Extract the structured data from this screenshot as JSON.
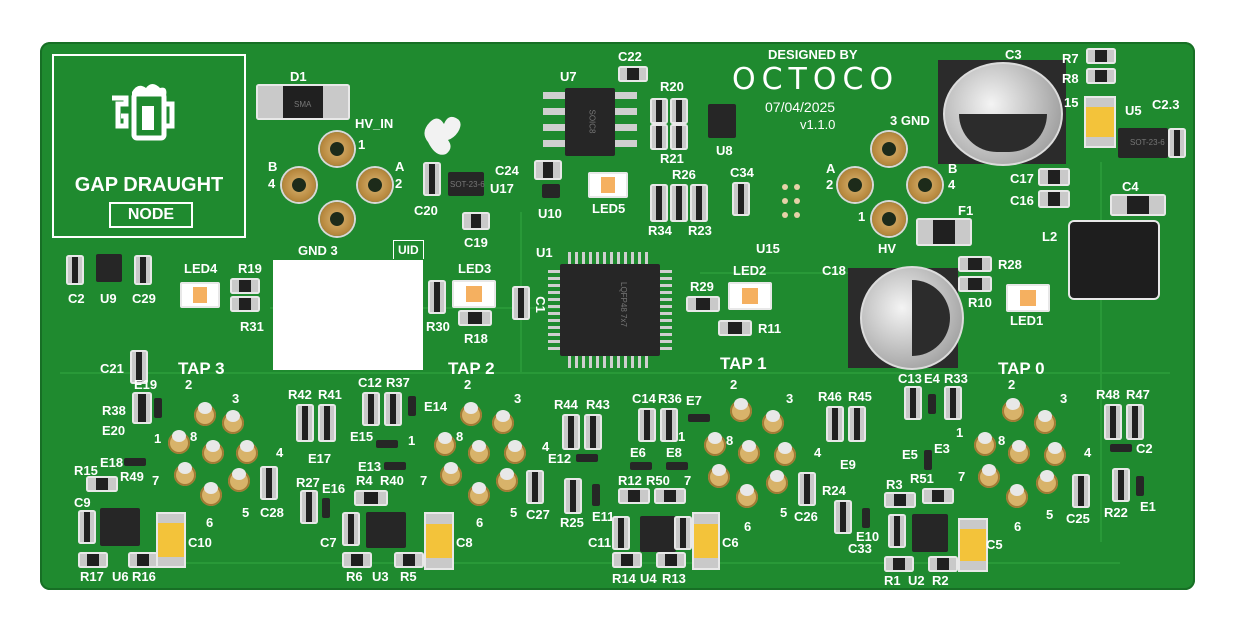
{
  "logo": {
    "title": "GAP DRAUGHT",
    "badge": "NODE",
    "uid_label": "UID"
  },
  "credits": {
    "designed_by": "DESIGNED BY",
    "company": "OCTOCO",
    "date": "07/04/2025",
    "version": "v1.1.0"
  },
  "connectors": {
    "hv_in": {
      "title": "HV_IN",
      "p1": "1",
      "pa": "A",
      "p2": "2",
      "pb": "B",
      "p4": "4",
      "gnd": "GND 3"
    },
    "hv": {
      "gnd": "3 GND",
      "pa": "A",
      "p2": "2",
      "pb": "B",
      "p4": "4",
      "p1": "1",
      "title": "HV"
    }
  },
  "taps": [
    {
      "title": "TAP 3"
    },
    {
      "title": "TAP 2"
    },
    {
      "title": "TAP 1"
    },
    {
      "title": "TAP 0"
    }
  ],
  "tap_pins": {
    "p1": "1",
    "p2": "2",
    "p3": "3",
    "p4": "4",
    "p5": "5",
    "p6": "6",
    "p7": "7",
    "p8": "8"
  },
  "refs": {
    "D1": "D1",
    "U7": "U7",
    "C22": "C22",
    "R20": "R20",
    "R21": "R21",
    "U8": "U8",
    "C3": "C3",
    "R7": "R7",
    "R8": "R8",
    "num15": "15",
    "U5": "U5",
    "C23": "C2.3",
    "C24": "C24",
    "U10": "U10",
    "LED5": "LED5",
    "R26": "R26",
    "C34": "C34",
    "R34": "R34",
    "R23": "R23",
    "U15": "U15",
    "C17": "C17",
    "C16": "C16",
    "C4": "C4",
    "F1": "F1",
    "L2": "L2",
    "C20": "C20",
    "U17": "U17",
    "C19": "C19",
    "C2": "C2",
    "U9": "U9",
    "C29": "C29",
    "LED4": "LED4",
    "R19": "R19",
    "R31": "R31",
    "U1": "U1",
    "LED3": "LED3",
    "R30": "R30",
    "R18": "R18",
    "C1": "C1",
    "R29": "R29",
    "LED2": "LED2",
    "R11": "R11",
    "C18": "C18",
    "R28": "R28",
    "R10": "R10",
    "LED1": "LED1",
    "C21": "C21",
    "E19": "E19",
    "R38": "R38",
    "E20": "E20",
    "E18": "E18",
    "R15": "R15",
    "R49": "R49",
    "C9": "C9",
    "C10": "C10",
    "R17": "R17",
    "U6": "U6",
    "R16": "R16",
    "R42": "R42",
    "R41": "R41",
    "E17": "E17",
    "C12": "C12",
    "R37": "R37",
    "E14": "E14",
    "E15": "E15",
    "E13": "E13",
    "R27": "R27",
    "E16": "E16",
    "R4": "R4",
    "R40": "R40",
    "C28": "C28",
    "C7": "C7",
    "C8": "C8",
    "R6": "R6",
    "U3": "U3",
    "R5": "R5",
    "R44": "R44",
    "R43": "R43",
    "E12": "E12",
    "C27": "C27",
    "R25": "R25",
    "E11": "E11",
    "C14": "C14",
    "R36": "R36",
    "E7": "E7",
    "E6": "E6",
    "E8": "E8",
    "R12": "R12",
    "R50": "R50",
    "C11": "C11",
    "C6": "C6",
    "R14": "R14",
    "U4": "U4",
    "R13": "R13",
    "C26": "C26",
    "R46": "R46",
    "R45": "R45",
    "E9": "E9",
    "R24": "R24",
    "E10": "E10",
    "C33": "C33",
    "C13": "C13",
    "E4": "E4",
    "R33": "R33",
    "E5": "E5",
    "E3": "E3",
    "R3": "R3",
    "R51": "R51",
    "R1": "R1",
    "U2": "U2",
    "R2": "R2",
    "C5": "C5",
    "R48": "R48",
    "R47": "R47",
    "C2b": "C2",
    "C25": "C25",
    "R22": "R22",
    "E1": "E1"
  },
  "chip_markings": {
    "u7": "SOIC8",
    "u1": "LQFP48 7x7",
    "u17": "SOT-23-6",
    "d1": "SMA",
    "u5": "SOT-23-6"
  }
}
